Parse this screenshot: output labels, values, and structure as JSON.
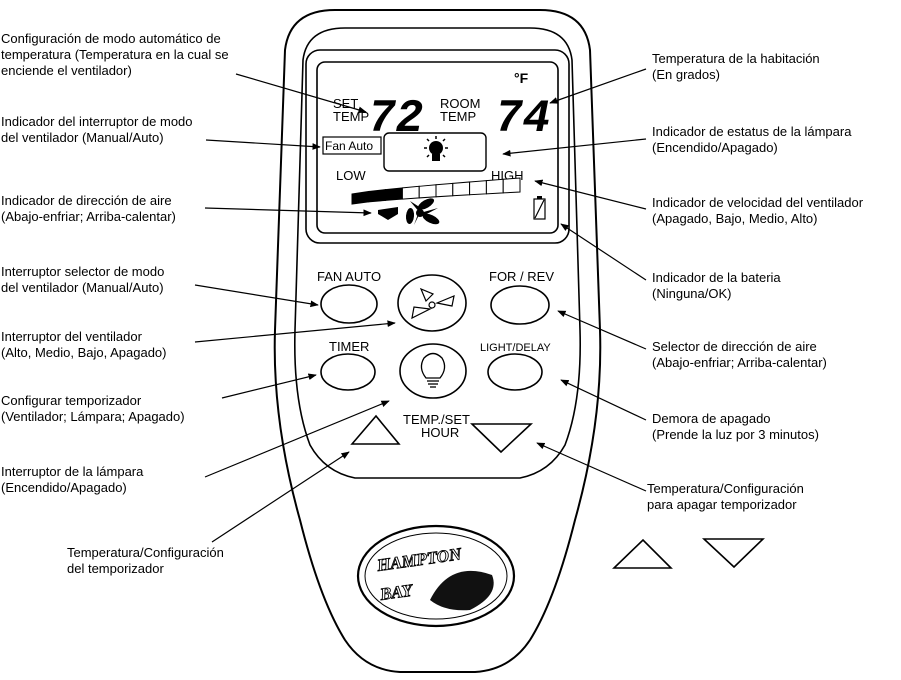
{
  "display": {
    "set_temp_label": [
      "SET",
      "TEMP"
    ],
    "set_temp_value": "72",
    "room_temp_label": [
      "ROOM",
      "TEMP"
    ],
    "room_temp_value": "74",
    "unit": "°F",
    "fan_mode": "Fan Auto",
    "speed_low": "LOW",
    "speed_high": "HIGH",
    "speed_segments_filled": 3,
    "speed_segments_total": 10
  },
  "buttons": {
    "fan_auto": "FAN AUTO",
    "for_rev": "FOR / REV",
    "timer": "TIMER",
    "light_delay": "LIGHT/DELAY",
    "temp_set": "TEMP./SET",
    "hour": "HOUR"
  },
  "logo": [
    "HAMPTON",
    "BAY"
  ],
  "callouts_left": [
    {
      "lines": [
        "Configuración de modo automático de",
        "temperatura (Temperatura en la cual se",
        "enciende el ventilador)"
      ]
    },
    {
      "lines": [
        "Indicador del interruptor de modo",
        "del ventilador (Manual/Auto)"
      ]
    },
    {
      "lines": [
        "Indicador de dirección de aire",
        "(Abajo-enfriar; Arriba-calentar)"
      ]
    },
    {
      "lines": [
        "Interruptor selector de modo",
        "del ventilador (Manual/Auto)"
      ]
    },
    {
      "lines": [
        "Interruptor del ventilador",
        "(Alto, Medio, Bajo, Apagado)"
      ]
    },
    {
      "lines": [
        "Configurar temporizador",
        "(Ventilador; Lámpara; Apagado)"
      ]
    },
    {
      "lines": [
        "Interruptor de la lámpara",
        "(Encendido/Apagado)"
      ]
    },
    {
      "lines": [
        "Temperatura/Configuración",
        "del temporizador"
      ]
    }
  ],
  "callouts_right": [
    {
      "lines": [
        "Temperatura de la habitación",
        "(En grados)"
      ]
    },
    {
      "lines": [
        "Indicador de estatus de la lámpara",
        "(Encendido/Apagado)"
      ]
    },
    {
      "lines": [
        "Indicador de velocidad del ventilador",
        "(Apagado, Bajo, Medio, Alto)"
      ]
    },
    {
      "lines": [
        "Indicador de la bateria",
        "(Ninguna/OK)"
      ]
    },
    {
      "lines": [
        "Selector de dirección de aire",
        "(Abajo-enfriar; Arriba-calentar)"
      ]
    },
    {
      "lines": [
        "Demora de apagado",
        "(Prende la luz por 3 minutos)"
      ]
    },
    {
      "lines": [
        "Temperatura/Configuración",
        "para apagar temporizador"
      ]
    }
  ]
}
